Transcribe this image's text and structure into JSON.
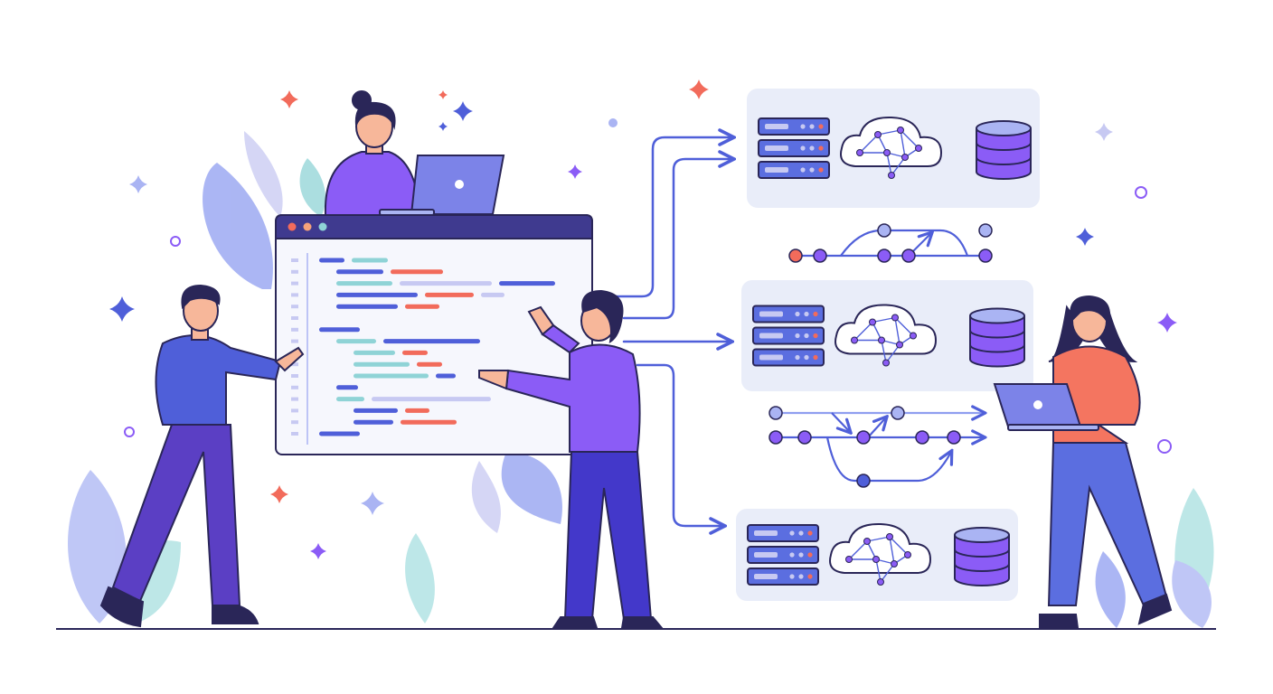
{
  "colors": {
    "background": "#ffffff",
    "outline": "#2a2658",
    "primary_indigo": "#4f5fd9",
    "violet": "#8b5cf6",
    "deep_purple": "#3f3a8f",
    "coral": "#f26b5b",
    "teal": "#8fd3d6",
    "lavender": "#c7c9f2",
    "panel_bg": "#e9edf9",
    "foliage": "#8f9ef0"
  },
  "scene": {
    "people": [
      "person-top-with-laptop",
      "person-left-pointing",
      "person-middle-pointing",
      "person-right-with-laptop"
    ],
    "icons": [
      "code-window",
      "server-rack-icon",
      "cloud-network-icon",
      "database-icon",
      "git-branch-graph",
      "arrow-icon",
      "sparkle-icon"
    ]
  }
}
